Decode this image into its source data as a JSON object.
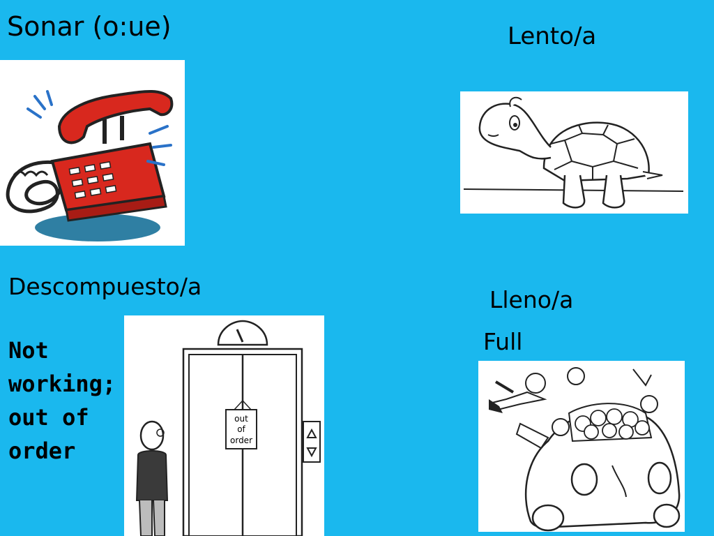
{
  "colors": {
    "background": "#1ab8ee",
    "text": "#000000",
    "phone": "#d8281e",
    "shadow": "#2f7fa3"
  },
  "slide": {
    "title": "Sonar (o:ue)",
    "lento": "Lento/a",
    "descompuesto": "Descompuesto/a",
    "meaning": "Not working; out of order",
    "lleno": "Lleno/a",
    "full": "Full"
  },
  "images": {
    "phone": {
      "icon": "ringing-telephone"
    },
    "turtle": {
      "icon": "turtle"
    },
    "elevator": {
      "icon": "broken-elevator",
      "sign_lines": [
        "out",
        "of",
        "order"
      ]
    },
    "car": {
      "icon": "crowded-car"
    }
  }
}
